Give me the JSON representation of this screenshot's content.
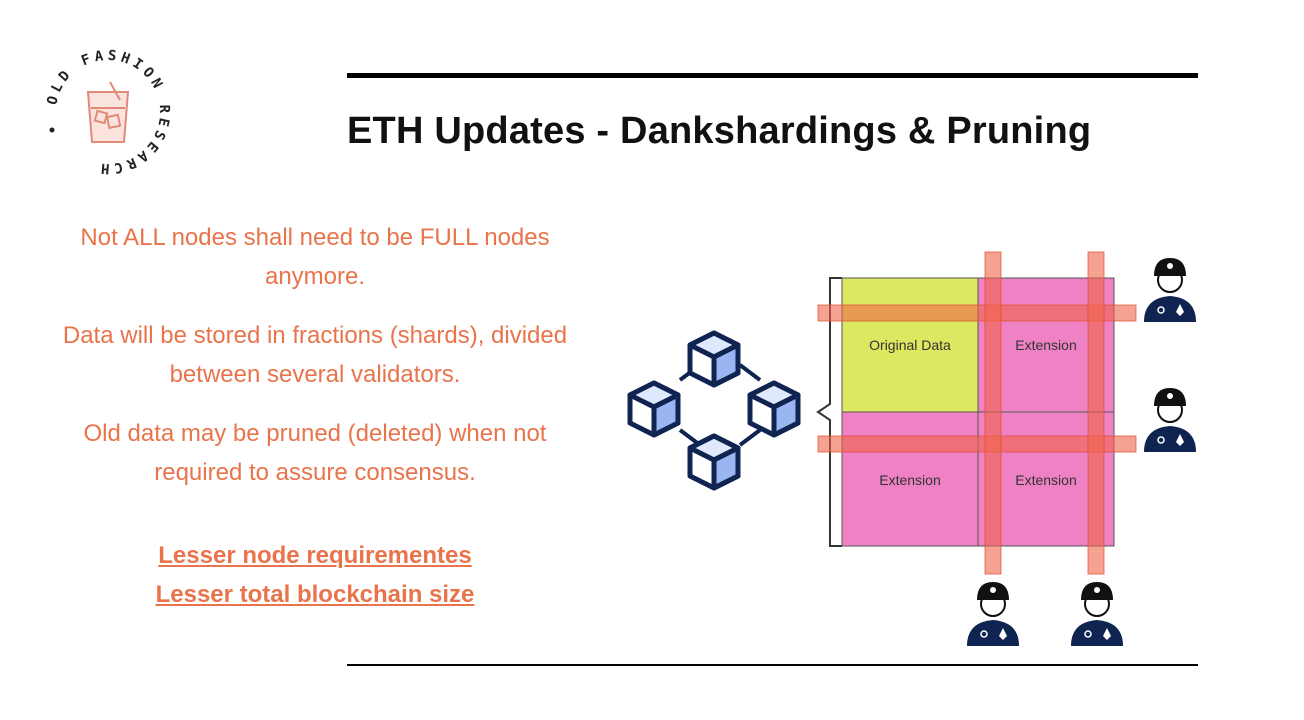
{
  "slide": {
    "title": "ETH Updates - Dankshardings & Pruning",
    "logo_text": "OLD FASHION RESEARCH",
    "points": [
      "Not ALL nodes shall need to be FULL nodes anymore.",
      "Data will be stored in fractions (shards), divided between several validators.",
      "Old data may be pruned (deleted) when not required to assure consensus."
    ],
    "links": [
      "Lesser node requirementes",
      "Lesser total blockchain size"
    ]
  },
  "diagram": {
    "cells": [
      "Original Data",
      "Extension",
      "Extension",
      "Extension"
    ]
  },
  "colors": {
    "accent": "#e9744b",
    "original_data": "#dbe860",
    "extension": "#ee82c4",
    "sample_band": "#f0644a",
    "cube": "#9ab6f2",
    "navy": "#0f2450"
  },
  "icons": [
    "blockchain-cubes-icon",
    "validator-icon"
  ]
}
